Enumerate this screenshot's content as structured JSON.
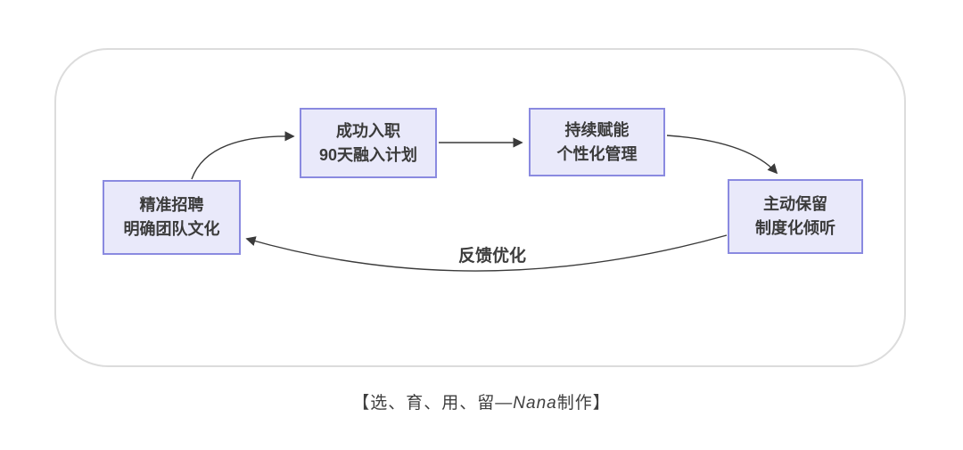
{
  "diagram": {
    "nodes": [
      {
        "id": "recruit",
        "line1": "精准招聘",
        "line2": "明确团队文化"
      },
      {
        "id": "onboard",
        "line1": "成功入职",
        "line2": "90天融入计划"
      },
      {
        "id": "empower",
        "line1": "持续赋能",
        "line2": "个性化管理"
      },
      {
        "id": "retain",
        "line1": "主动保留",
        "line2": "制度化倾听"
      }
    ],
    "edges": [
      {
        "from": "recruit",
        "to": "onboard",
        "style": "curved-up"
      },
      {
        "from": "onboard",
        "to": "empower",
        "style": "straight"
      },
      {
        "from": "empower",
        "to": "retain",
        "style": "curved-down"
      },
      {
        "from": "retain",
        "to": "recruit",
        "style": "curved-feedback",
        "label": "反馈优化"
      }
    ],
    "feedback_label": "反馈优化",
    "caption": {
      "prefix": "【选、育、用、留—",
      "italic": "Nana",
      "suffix": "制作】"
    },
    "colors": {
      "node_fill": "#e9e9fa",
      "node_border": "#8a8ae0",
      "node_text": "#3b3b3b",
      "arrow": "#3a3a3a",
      "frame_border": "#dcdcdc",
      "background": "#ffffff"
    }
  }
}
